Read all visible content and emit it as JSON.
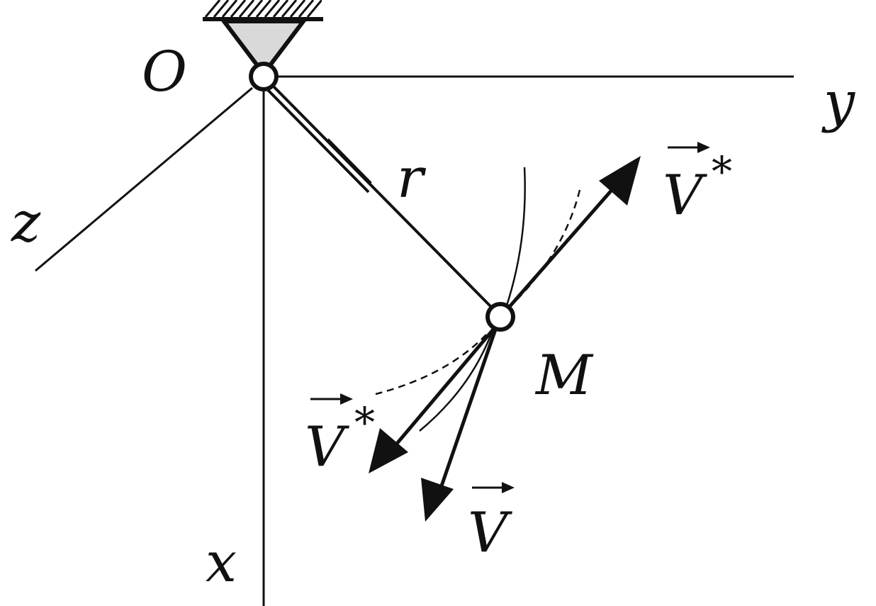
{
  "labels": {
    "origin": "O",
    "axis_y": "y",
    "axis_z": "z",
    "axis_x": "x",
    "radius": "r",
    "point": "M",
    "vec_v": "V",
    "vec_vstar": "V",
    "star": "*"
  },
  "colors": {
    "ink": "#111111",
    "support_fill": "#d9d9d9",
    "background": "#ffffff"
  }
}
